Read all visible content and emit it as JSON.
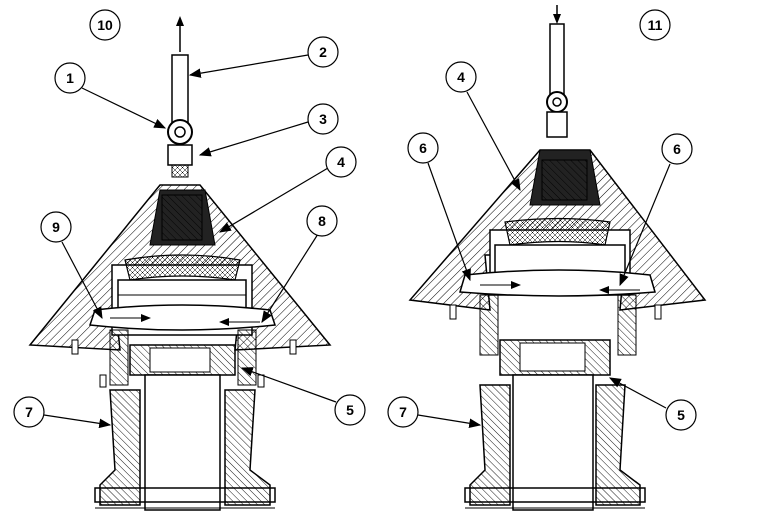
{
  "figures": [
    {
      "id": "left",
      "label": "10"
    },
    {
      "id": "right",
      "label": "11"
    }
  ],
  "callouts": {
    "left": [
      "1",
      "2",
      "3",
      "4",
      "8",
      "9",
      "5",
      "7"
    ],
    "right": [
      "4",
      "6",
      "6",
      "7",
      "5"
    ]
  },
  "icons": [
    "up-arrow-icon",
    "down-arrow-icon",
    "lifting-eye-icon"
  ],
  "colors": {
    "line": "#000000",
    "background": "#ffffff",
    "hatch": "#000000"
  }
}
